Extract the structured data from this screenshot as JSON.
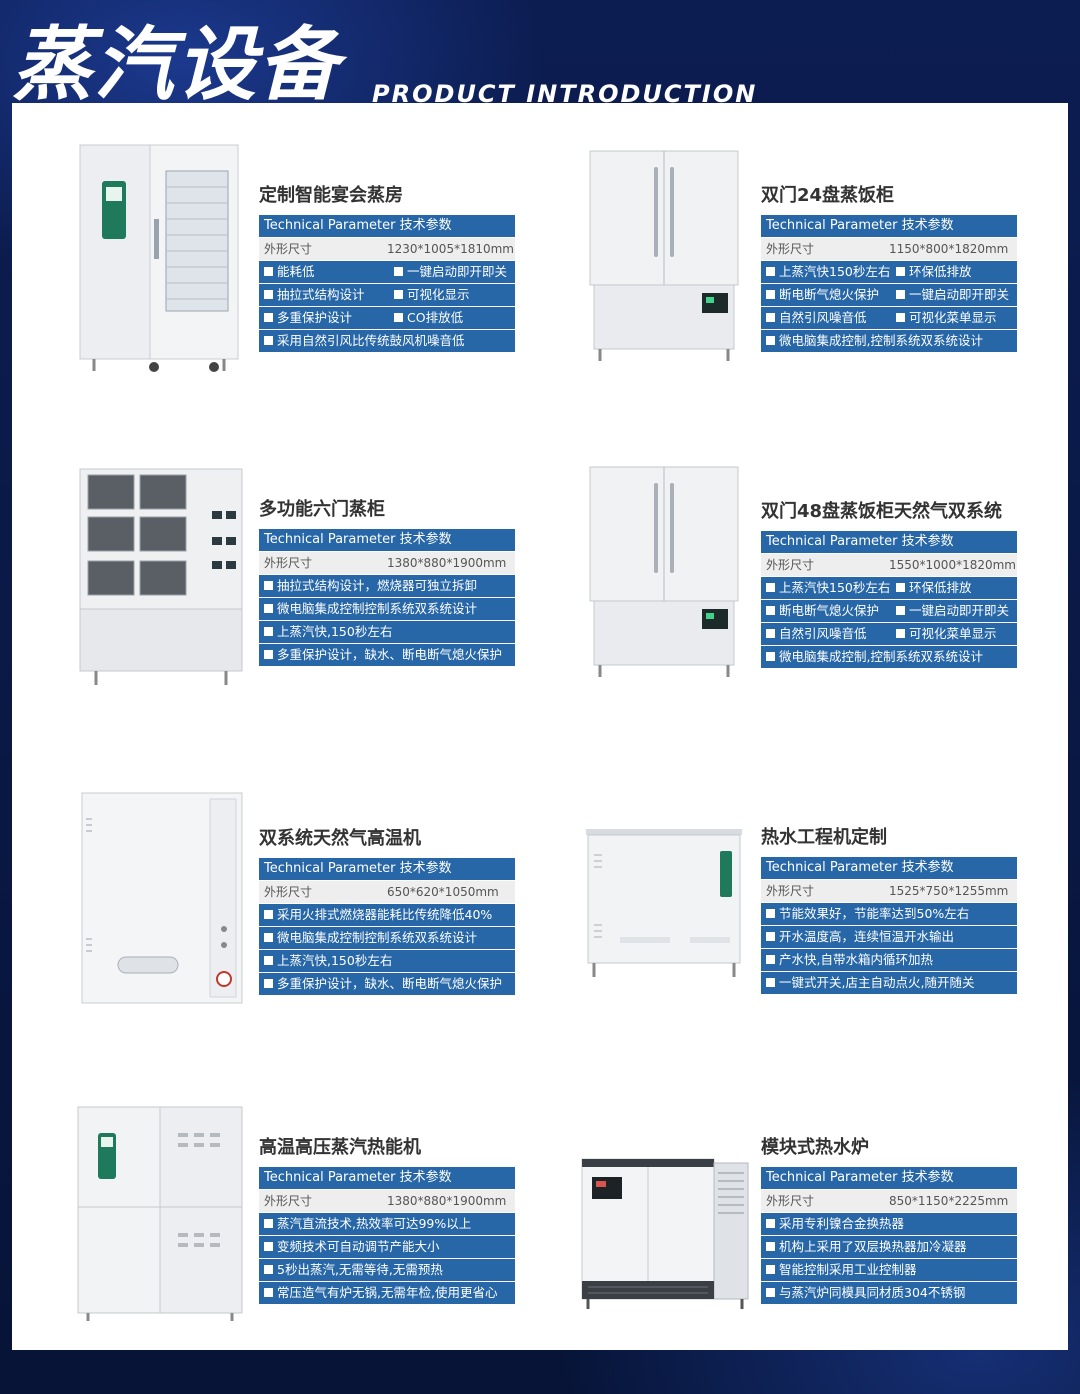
{
  "header": {
    "title": "蒸汽设备",
    "subtitle": "PRODUCT INTRODUCTION"
  },
  "param_header": "Technical Parameter 技术参数",
  "size_label": "外形尺寸",
  "products": [
    {
      "name": "定制智能宴会蒸房",
      "size": "1230*1005*1810mm",
      "rows": [
        [
          "能耗低",
          "一键启动即开即关"
        ],
        [
          "抽拉式结构设计",
          "可视化显示"
        ],
        [
          "多重保护设计",
          "CO排放低"
        ],
        [
          "采用自然引风比传统鼓风机噪音低"
        ]
      ]
    },
    {
      "name": "双门24盘蒸饭柜",
      "size": "1150*800*1820mm",
      "rows": [
        [
          "上蒸汽快150秒左右",
          "环保低排放"
        ],
        [
          "断电断气熄火保护",
          "一键启动即开即关"
        ],
        [
          "自然引风噪音低",
          "可视化菜单显示"
        ],
        [
          "微电脑集成控制,控制系统双系统设计"
        ]
      ]
    },
    {
      "name": "多功能六门蒸柜",
      "size": "1380*880*1900mm",
      "rows": [
        [
          "抽拉式结构设计，燃烧器可独立拆卸"
        ],
        [
          "微电脑集成控制控制系统双系统设计"
        ],
        [
          "上蒸汽快,150秒左右"
        ],
        [
          "多重保护设计，缺水、断电断气熄火保护"
        ]
      ]
    },
    {
      "name": "双门48盘蒸饭柜天然气双系统",
      "size": "1550*1000*1820mm",
      "rows": [
        [
          "上蒸汽快150秒左右",
          "环保低排放"
        ],
        [
          "断电断气熄火保护",
          "一键启动即开即关"
        ],
        [
          "自然引风噪音低",
          "可视化菜单显示"
        ],
        [
          "微电脑集成控制,控制系统双系统设计"
        ]
      ]
    },
    {
      "name": "双系统天然气高温机",
      "size": "650*620*1050mm",
      "rows": [
        [
          "采用火排式燃烧器能耗比传统降低40%"
        ],
        [
          "微电脑集成控制控制系统双系统设计"
        ],
        [
          "上蒸汽快,150秒左右"
        ],
        [
          "多重保护设计，缺水、断电断气熄火保护"
        ]
      ]
    },
    {
      "name": "热水工程机定制",
      "size": "1525*750*1255mm",
      "rows": [
        [
          "节能效果好，节能率达到50%左右"
        ],
        [
          "开水温度高，连续恒温开水输出"
        ],
        [
          "产水快,自带水箱内循环加热"
        ],
        [
          "一键式开关,店主自动点火,随开随关"
        ]
      ]
    },
    {
      "name": "高温高压蒸汽热能机",
      "size": "1380*880*1900mm",
      "rows": [
        [
          "蒸汽直流技术,热效率可达99%以上"
        ],
        [
          "变频技术可自动调节产能大小"
        ],
        [
          "5秒出蒸汽,无需等待,无需预热"
        ],
        [
          "常压造气有炉无锅,无需年检,使用更省心"
        ]
      ]
    },
    {
      "name": "模块式热水炉",
      "size": "850*1150*2225mm",
      "rows": [
        [
          "采用专利镍合金换热器"
        ],
        [
          "机构上采用了双层换热器加冷凝器"
        ],
        [
          "智能控制采用工业控制器"
        ],
        [
          "与蒸汽炉同模具同材质304不锈钢"
        ]
      ]
    }
  ]
}
